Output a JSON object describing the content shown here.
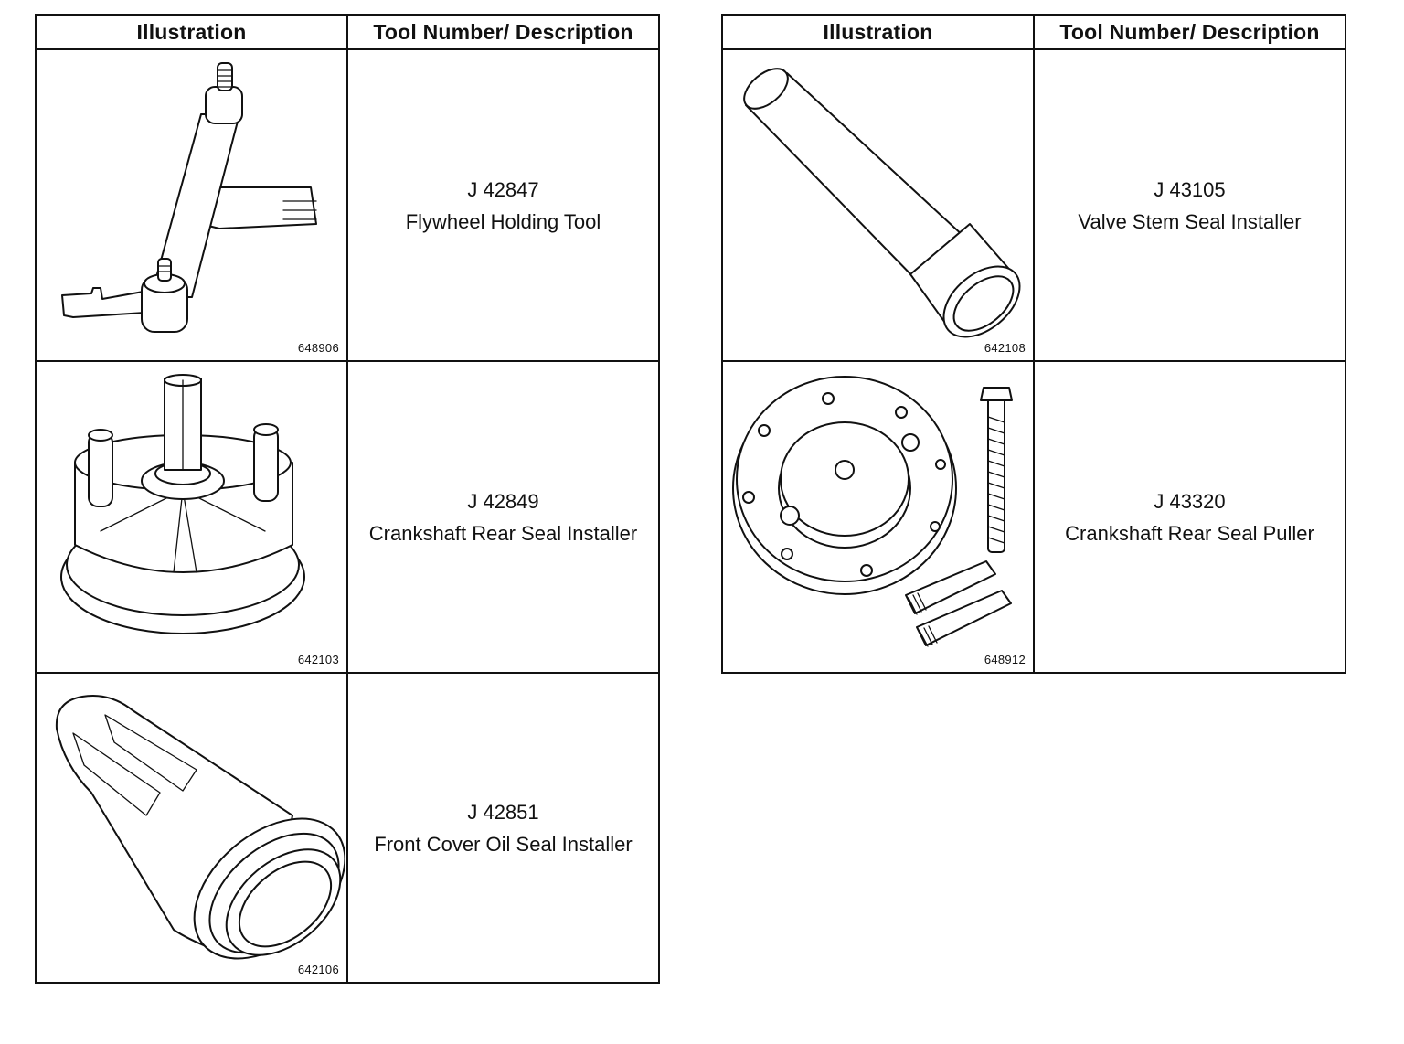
{
  "tables": [
    {
      "headers": {
        "illustration": "Illustration",
        "tool": "Tool Number/ Description"
      },
      "rows": [
        {
          "figure_id": "648906",
          "tool_number": "J 42847",
          "description": "Flywheel Holding Tool",
          "icon": "flywheel-holding-tool-icon"
        },
        {
          "figure_id": "642103",
          "tool_number": "J 42849",
          "description": "Crankshaft Rear Seal Installer",
          "icon": "crankshaft-rear-seal-installer-icon"
        },
        {
          "figure_id": "642106",
          "tool_number": "J 42851",
          "description": "Front Cover Oil Seal Installer",
          "icon": "front-cover-oil-seal-installer-icon"
        }
      ]
    },
    {
      "headers": {
        "illustration": "Illustration",
        "tool": "Tool Number/ Description"
      },
      "rows": [
        {
          "figure_id": "642108",
          "tool_number": "J 43105",
          "description": "Valve Stem Seal Installer",
          "icon": "valve-stem-seal-installer-icon"
        },
        {
          "figure_id": "648912",
          "tool_number": "J 43320",
          "description": "Crankshaft Rear Seal Puller",
          "icon": "crankshaft-rear-seal-puller-icon"
        }
      ]
    }
  ]
}
